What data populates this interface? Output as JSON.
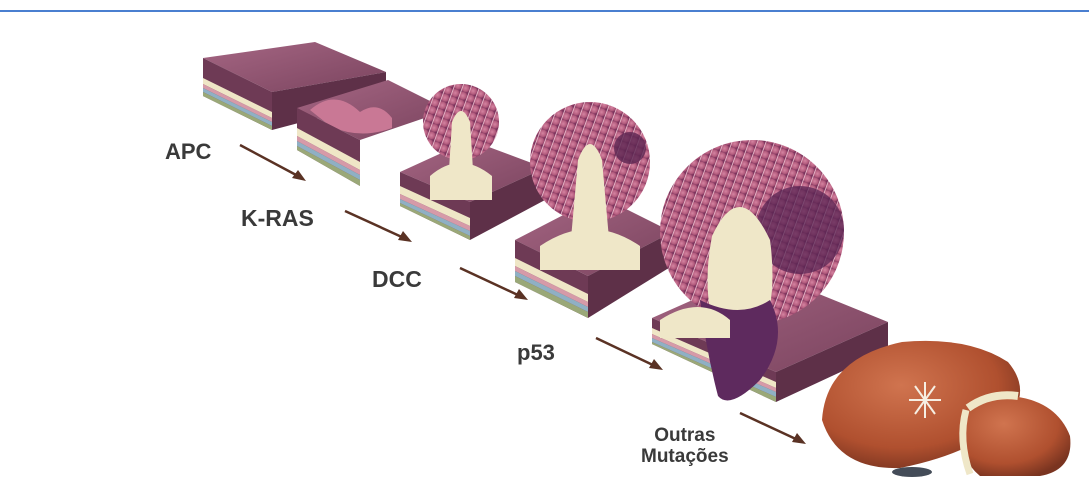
{
  "diagram": {
    "labels": {
      "apc": "APC",
      "kras": "K-RAS",
      "dcc": "DCC",
      "p53": "p53",
      "outras_line1": "Outras",
      "outras_line2": "Mutações"
    },
    "colors": {
      "rule": "#4a7fd0",
      "arrow": "#5a3224",
      "tissue_top": "#8a4e6a",
      "tissue_side": "#6e3a55",
      "layer_cream": "#efe6c6",
      "layer_pink": "#d69aa8",
      "layer_blue": "#8fb0c4",
      "layer_green": "#9aa878",
      "polyp": "#b8607f",
      "polyp_dark": "#6d2f58",
      "stroma": "#efe7c8",
      "liver": "#b4563a",
      "liver_dark": "#7d3622"
    }
  }
}
